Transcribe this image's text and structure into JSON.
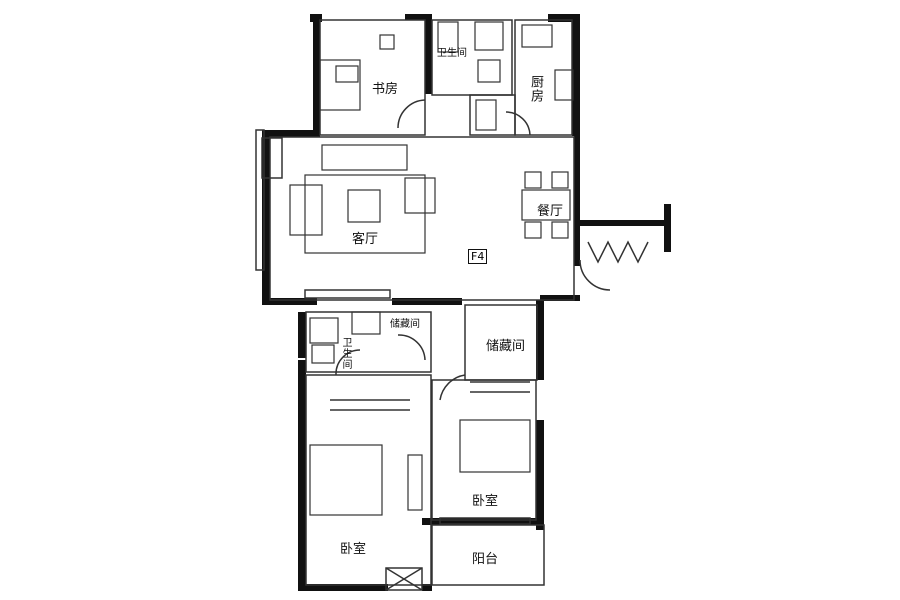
{
  "plan": {
    "rooms": {
      "study": "书房",
      "bath_top": "卫生间",
      "kitchen": "厨房",
      "living": "客厅",
      "dining": "餐厅",
      "storage_small": "储藏间",
      "storage": "储藏间",
      "bath_bottom": "卫生间",
      "bedroom_left": "卧室",
      "bedroom_right": "卧室",
      "balcony": "阳台"
    },
    "tag": "F4",
    "colors": {
      "wall": "#111111",
      "line": "#333333",
      "background": "#ffffff"
    }
  }
}
